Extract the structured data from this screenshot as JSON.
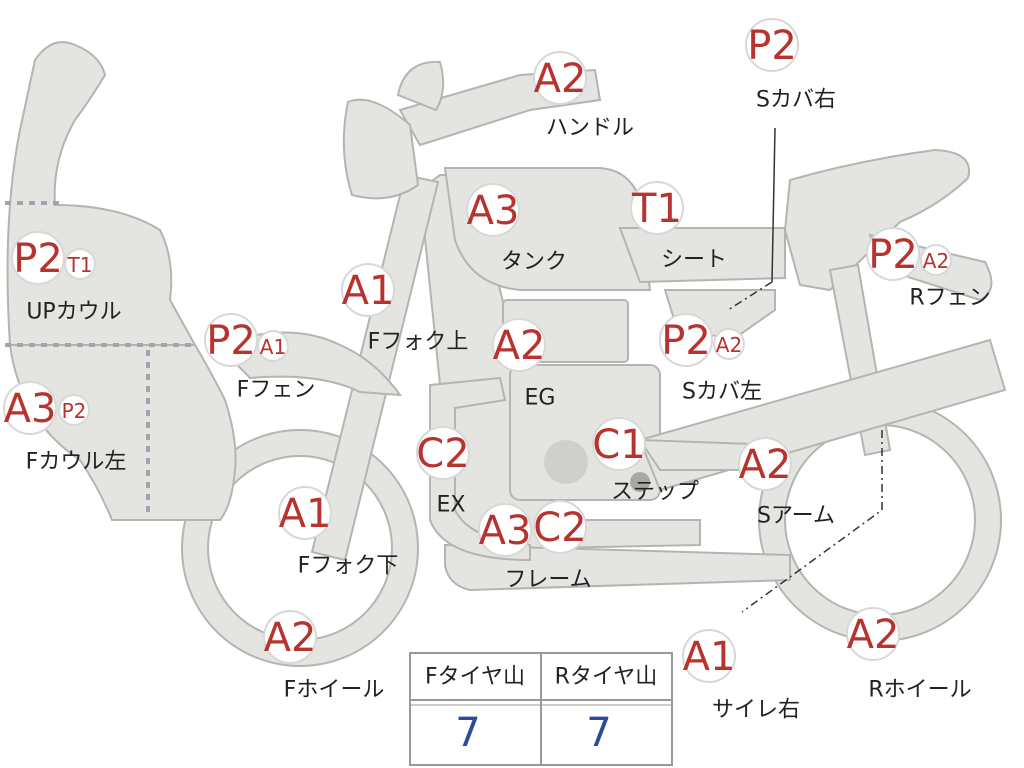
{
  "parts": [
    {
      "id": "upcowl",
      "label": "UPカウル",
      "badges": [
        "P2",
        "T1"
      ]
    },
    {
      "id": "fcowl-left",
      "label": "Fカウル左",
      "badges": [
        "A3",
        "P2"
      ]
    },
    {
      "id": "ffender",
      "label": "Fフェン",
      "badges": [
        "P2",
        "A1"
      ]
    },
    {
      "id": "ffork-upper",
      "label": "Fフォク上",
      "badges": [
        "A1"
      ]
    },
    {
      "id": "ffork-lower",
      "label": "Fフォク下",
      "badges": [
        "A1"
      ]
    },
    {
      "id": "fwheel",
      "label": "Fホイール",
      "badges": [
        "A2"
      ]
    },
    {
      "id": "handle",
      "label": "ハンドル",
      "badges": [
        "A2"
      ]
    },
    {
      "id": "tank",
      "label": "タンク",
      "badges": [
        "A3"
      ]
    },
    {
      "id": "seat",
      "label": "シート",
      "badges": [
        "T1"
      ]
    },
    {
      "id": "scover-right",
      "label": "Sカバ右",
      "badges": [
        "P2"
      ]
    },
    {
      "id": "scover-left",
      "label": "Sカバ左",
      "badges": [
        "P2",
        "A2"
      ]
    },
    {
      "id": "rfender",
      "label": "Rフェン",
      "badges": [
        "P2",
        "A2"
      ]
    },
    {
      "id": "engine",
      "label": "EG",
      "badges": [
        "A2"
      ]
    },
    {
      "id": "exhaust",
      "label": "EX",
      "badges": [
        "C2"
      ]
    },
    {
      "id": "step",
      "label": "ステップ",
      "badges": [
        "C1"
      ]
    },
    {
      "id": "frame",
      "label": "フレーム",
      "badges": [
        "A3",
        "C2"
      ]
    },
    {
      "id": "swingarm",
      "label": "Sアーム",
      "badges": [
        "A2"
      ]
    },
    {
      "id": "silencer-right",
      "label": "サイレ右",
      "badges": [
        "A1"
      ]
    },
    {
      "id": "rwheel",
      "label": "Rホイール",
      "badges": [
        "A2"
      ]
    }
  ],
  "tire_table": {
    "headers": [
      "Fタイヤ山",
      "Rタイヤ山"
    ],
    "values": [
      "7",
      "7"
    ]
  },
  "colors": {
    "grade_text": "#b8322e",
    "tire_value": "#2a4a9a",
    "part_fill": "#e4e4e1",
    "part_outline": "#b4b4b2"
  }
}
